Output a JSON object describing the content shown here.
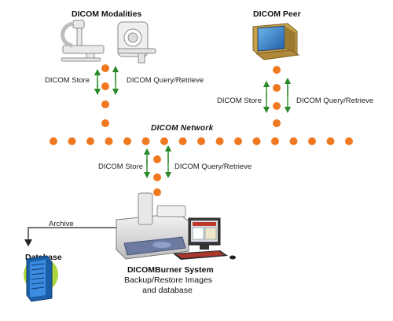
{
  "labels": {
    "modalities": "DICOM Modalities",
    "peer": "DICOM Peer",
    "network": "DICOM Network",
    "store": "DICOM Store",
    "query_retrieve": "DICOM Query/Retrieve",
    "archive": "Archive",
    "database": "Database",
    "system_title": "DICOMBurner System",
    "system_line1": "Backup/Restore Images",
    "system_line2": "and database"
  },
  "colors": {
    "dot": "#f07820",
    "arrow": "#2a8a2a",
    "line": "#222222"
  },
  "icons": [
    "c-arm-xray-icon",
    "ct-scanner-icon",
    "crt-monitor-icon",
    "disc-burner-icon",
    "workstation-monitor-icon",
    "server-rack-icon"
  ]
}
